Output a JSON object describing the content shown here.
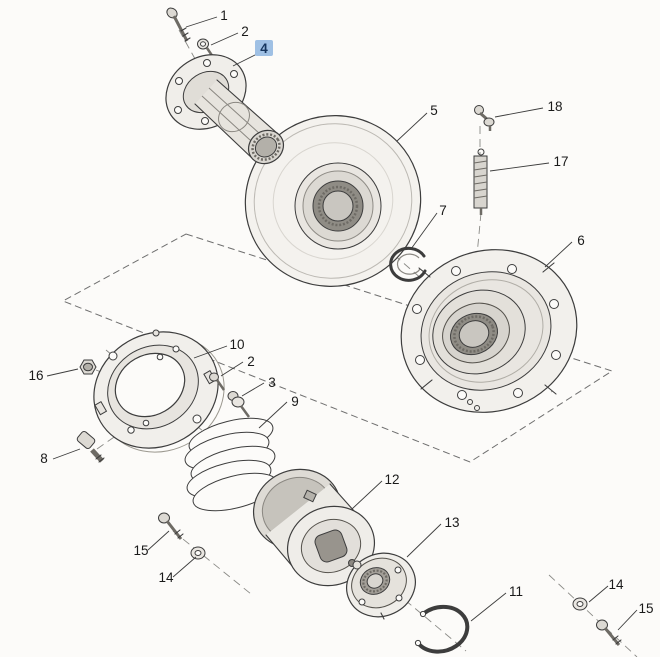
{
  "diagram": {
    "kind": "exploded-parts-diagram",
    "highlighted_callout": "4",
    "callouts": [
      {
        "label": "1"
      },
      {
        "label": "2"
      },
      {
        "label": "4"
      },
      {
        "label": "5"
      },
      {
        "label": "18"
      },
      {
        "label": "17"
      },
      {
        "label": "7"
      },
      {
        "label": "6"
      },
      {
        "label": "16"
      },
      {
        "label": "10"
      },
      {
        "label": "2"
      },
      {
        "label": "3"
      },
      {
        "label": "9"
      },
      {
        "label": "8"
      },
      {
        "label": "12"
      },
      {
        "label": "13"
      },
      {
        "label": "15"
      },
      {
        "label": "14"
      },
      {
        "label": "11"
      },
      {
        "label": "14"
      },
      {
        "label": "15"
      }
    ]
  },
  "colors": {
    "background": "#fcfbf9",
    "line": "#3d3d3d",
    "highlight_bg": "#9fc0e4",
    "highlight_text": "#16355e",
    "label_text": "#1a1a1a"
  }
}
